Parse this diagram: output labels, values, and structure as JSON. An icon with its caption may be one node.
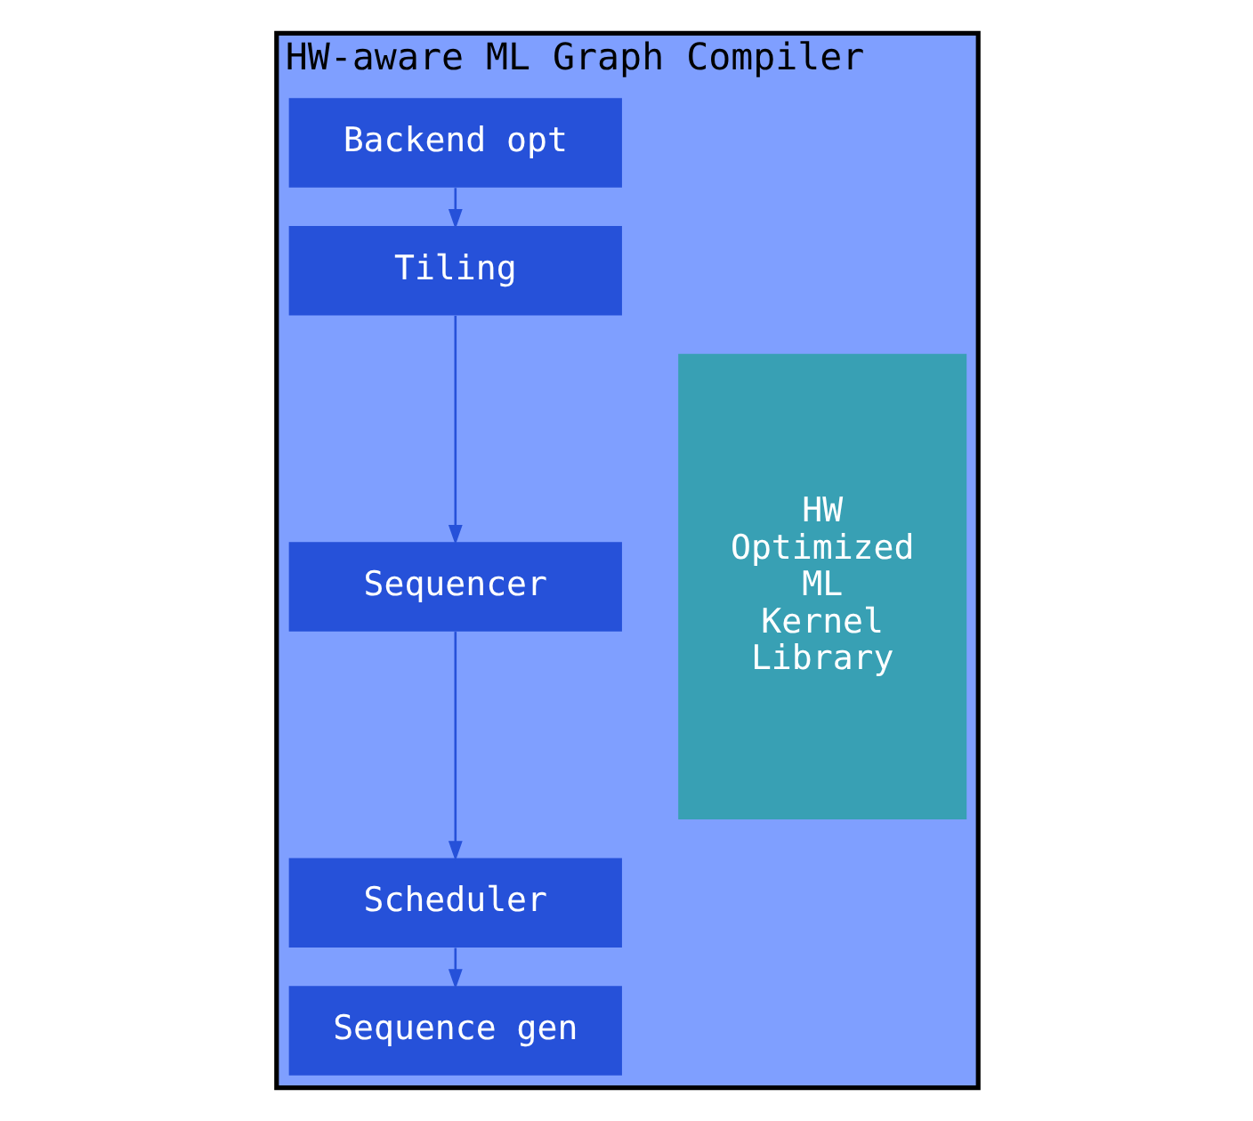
{
  "diagram": {
    "nodes": [
      {
        "text": [
          "HW-aware ML Graph Compiler"
        ]
      },
      {
        "text": [
          "HW Optimized ML Kernel Library"
        ],
        "in": 0
      },
      {
        "text": [
          "Backend opt"
        ],
        "in": 0
      },
      {
        "text": [
          "Tiling"
        ],
        "in": 0
      },
      {
        "text": [
          "Sequencer"
        ],
        "in": 0
      },
      {
        "text": [
          "Scheduler"
        ],
        "in": 0
      },
      {
        "text": [
          "Sequence gen"
        ],
        "in": 0
      }
    ],
    "edges": [
      {
        "from": 2,
        "to": 3,
        "arrow": "to"
      },
      {
        "from": 3,
        "to": 4,
        "arrow": "to"
      },
      {
        "from": 4,
        "to": 5,
        "arrow": "to"
      },
      {
        "from": 5,
        "to": 6,
        "arrow": "to"
      }
    ]
  }
}
